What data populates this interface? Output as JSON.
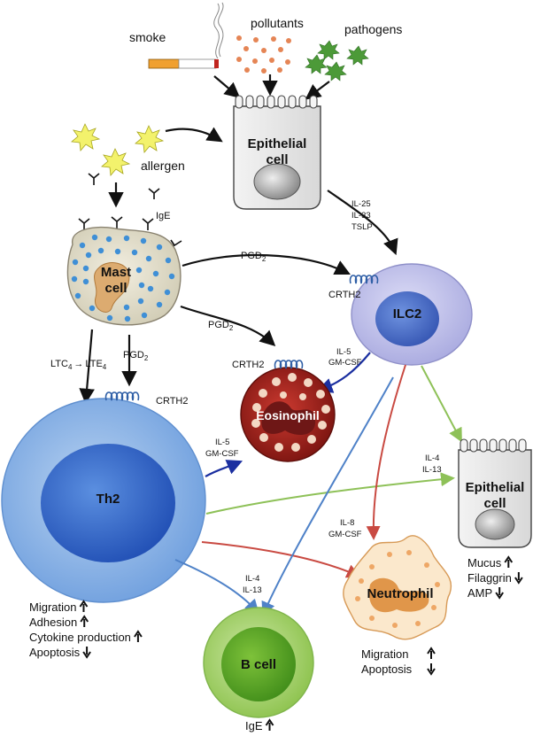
{
  "colors": {
    "black_arrow": "#111111",
    "blue_arrow": "#4f82c8",
    "green_arrow": "#8ec158",
    "red_arrow": "#c94a42",
    "darkblue_arrow": "#1b2fa0"
  },
  "triggers": {
    "smoke": "smoke",
    "pollutants": "pollutants",
    "pathogens": "pathogens",
    "allergen": "allergen",
    "ige": "IgE"
  },
  "cells": {
    "epithelial_top": [
      "Epithelial",
      "cell"
    ],
    "mast": [
      "Mast",
      "cell"
    ],
    "ilc2": "ILC2",
    "eosinophil": "Eosinophil",
    "th2": "Th2",
    "epithelial_right": [
      "Epithelial",
      "cell"
    ],
    "neutrophil": "Neutrophil",
    "bcell": "B cell"
  },
  "mediators": {
    "epi_to_ilc2": [
      "IL-25",
      "IL-33",
      "TSLP"
    ],
    "pgd2": "PGD",
    "pgd2_sub": "2",
    "ltc4": "LTC",
    "ltc4_sub": "4",
    "lte4": "LTE",
    "lte4_sub": "4",
    "conv_arrow": "→",
    "crth2": "CRTH2",
    "ilc2_to_eos": [
      "IL-5",
      "GM-CSF"
    ],
    "th2_to_eos": [
      "IL-5",
      "GM-CSF"
    ],
    "to_epithelial": [
      "IL-4",
      "IL-13"
    ],
    "to_neutrophil": [
      "IL-8",
      "GM-CSF"
    ],
    "to_bcell": [
      "IL-4",
      "IL-13"
    ]
  },
  "outcomes": {
    "th2": [
      {
        "label": "Migration",
        "dir": "up"
      },
      {
        "label": "Adhesion",
        "dir": "up"
      },
      {
        "label": "Cytokine production",
        "dir": "up"
      },
      {
        "label": "Apoptosis",
        "dir": "down"
      }
    ],
    "epithelial": [
      {
        "label": "Mucus",
        "dir": "up"
      },
      {
        "label": "Filaggrin",
        "dir": "down"
      },
      {
        "label": "AMP",
        "dir": "down"
      }
    ],
    "neutrophil": [
      {
        "label": "Migration",
        "dir": "up"
      },
      {
        "label": "Apoptosis",
        "dir": "down"
      }
    ],
    "bcell": [
      {
        "label": "IgE",
        "dir": "up"
      }
    ]
  }
}
